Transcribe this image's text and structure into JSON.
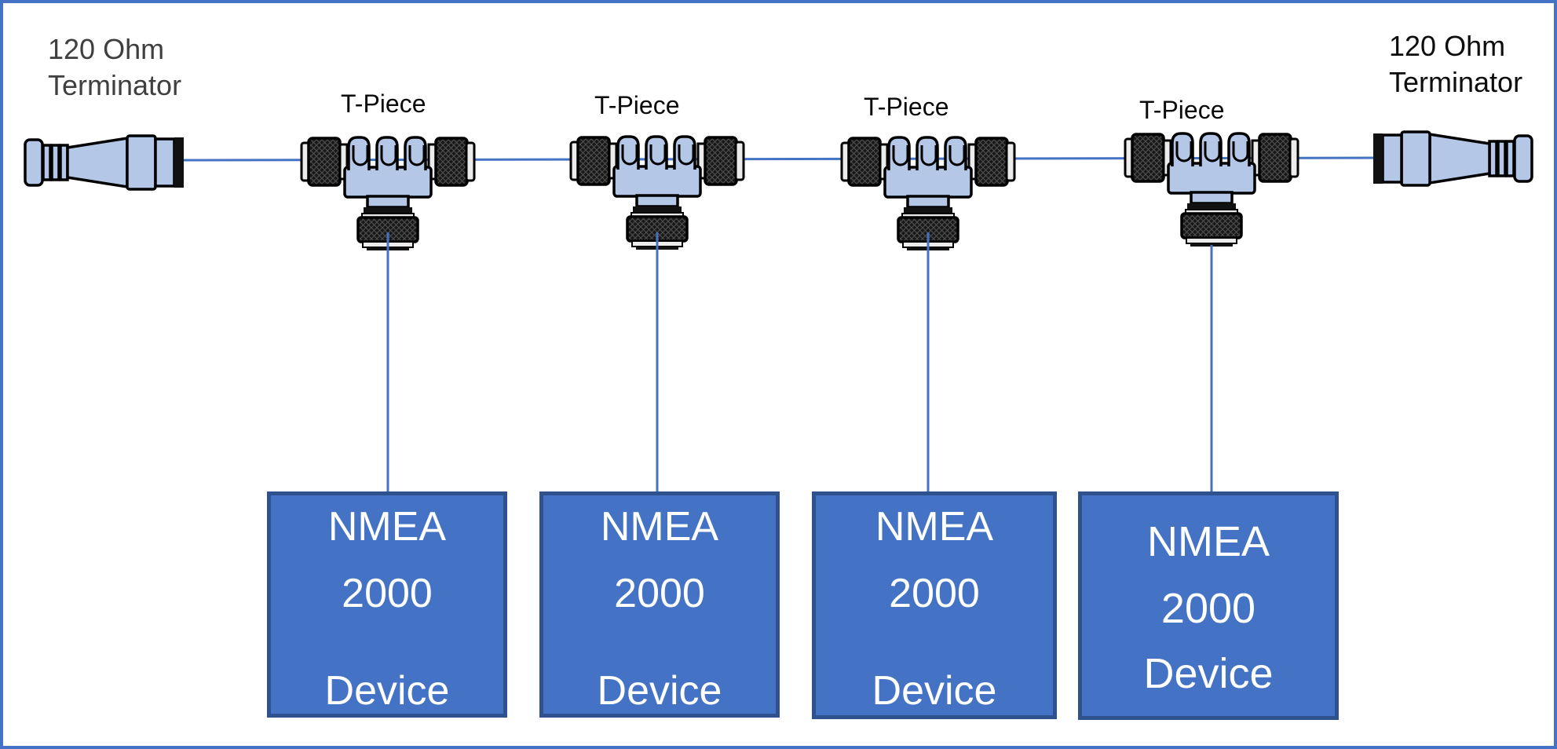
{
  "diagram": {
    "type": "NMEA 2000 backbone network diagram",
    "colors": {
      "page_border": "#4472C4",
      "cable_line": "#4472C4",
      "device_fill": "#4472C4",
      "device_border": "#2F528F",
      "connector_body": "#B4C7E7",
      "connector_metal": "#161616",
      "left_terminator_label_color": "#3F3F3F",
      "right_terminator_label_color": "#0D0D0D"
    }
  },
  "terminators": {
    "left": {
      "line1": "120 Ohm",
      "line2": "Terminator"
    },
    "right": {
      "line1": "120 Ohm",
      "line2": "Terminator"
    }
  },
  "tees": [
    {
      "label": "T-Piece"
    },
    {
      "label": "T-Piece"
    },
    {
      "label": "T-Piece"
    },
    {
      "label": "T-Piece"
    }
  ],
  "devices": [
    {
      "line1": "NMEA",
      "line2": "2000",
      "line3": "Device"
    },
    {
      "line1": "NMEA",
      "line2": "2000",
      "line3": "Device"
    },
    {
      "line1": "NMEA",
      "line2": "2000",
      "line3": "Device"
    },
    {
      "line1": "NMEA",
      "line2": "2000",
      "line3": "Device"
    }
  ]
}
